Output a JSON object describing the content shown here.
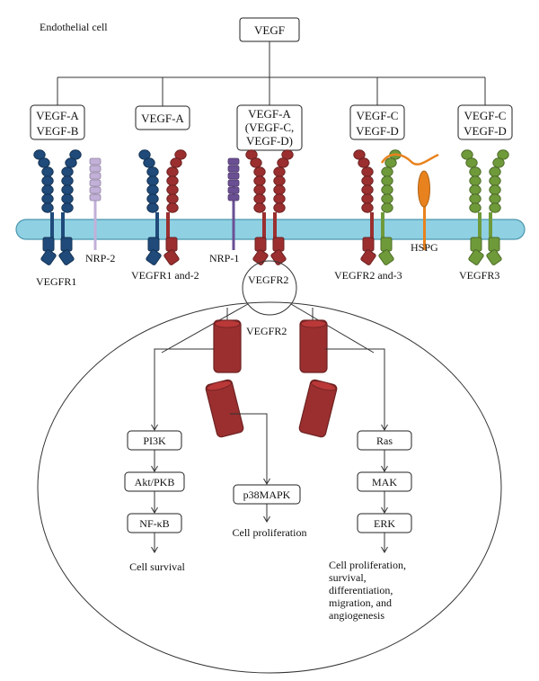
{
  "title": "Endothelial cell",
  "ligand_root": "VEGF",
  "ligand_boxes": [
    {
      "lines": [
        "VEGF-A",
        "VEGF-B"
      ]
    },
    {
      "lines": [
        "VEGF-A"
      ]
    },
    {
      "lines": [
        "VEGF-A",
        "(VEGF-C,",
        "VEGF-D)"
      ]
    },
    {
      "lines": [
        "VEGF-C",
        "VEGF-D"
      ]
    },
    {
      "lines": [
        "VEGF-C",
        "VEGF-D"
      ]
    }
  ],
  "receptor_labels": {
    "vegfr1": "VEGFR1",
    "nrp2": "NRP-2",
    "vegfr1_2": "VEGFR1 and-2",
    "nrp1": "NRP-1",
    "vegfr2": "VEGFR2",
    "vegfr2_3": "VEGFR2 and-3",
    "hspg": "HSPG",
    "vegfr3": "VEGFR3"
  },
  "detail": {
    "receptor_label": "VEGFR2",
    "left_path": [
      "PI3K",
      "Akt/PKB",
      "NF-κB"
    ],
    "left_outcome": "Cell survival",
    "middle_path": [
      "p38MAPK"
    ],
    "middle_outcome": "Cell proliferation",
    "right_path": [
      "Ras",
      "MAK",
      "ERK"
    ],
    "right_outcome": [
      "Cell proliferation,",
      "survival,",
      "differentiation,",
      "migration, and",
      "angiogenesis"
    ]
  },
  "colors": {
    "vegfr1": "#1f4a7a",
    "vegfr2": "#9b2f2f",
    "vegfr3": "#6f9a3a",
    "nrp1": "#6a4f93",
    "nrp2": "#c2b0d8",
    "hspg": "#e8821e",
    "membrane": "#8fd0e3"
  }
}
